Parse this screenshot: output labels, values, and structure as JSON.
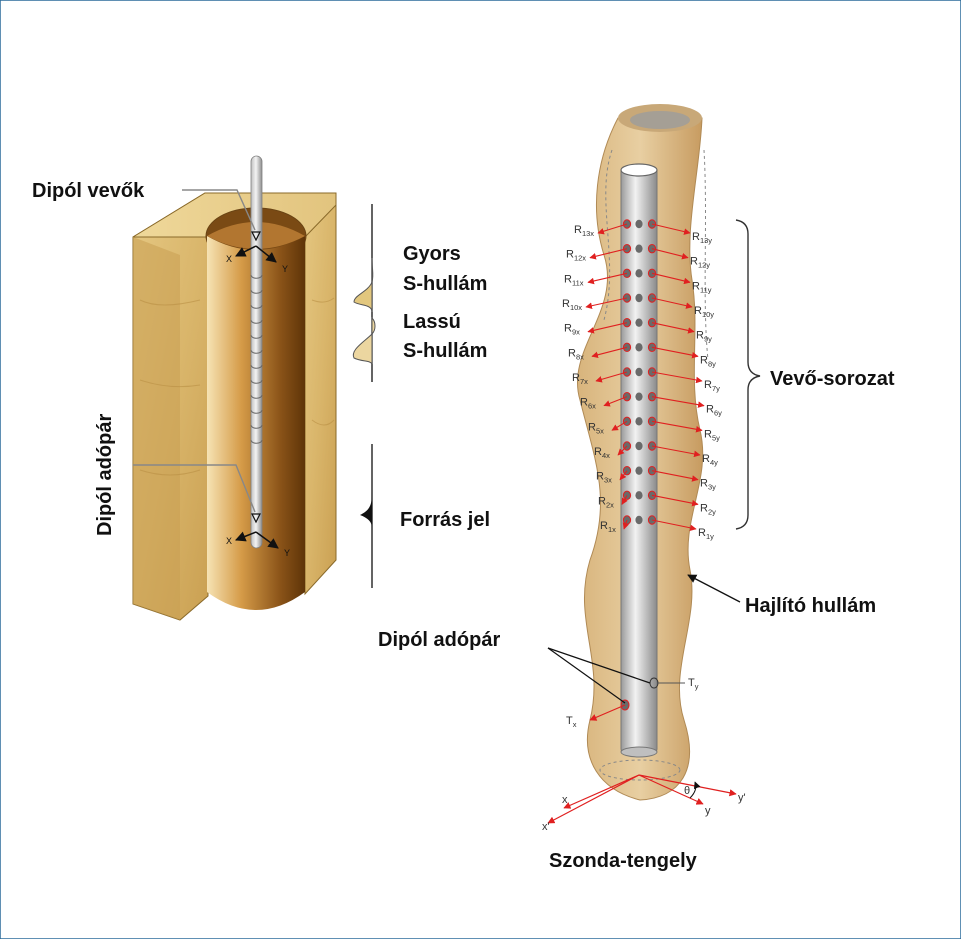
{
  "left_diagram": {
    "receivers_label": "Dipól vevők",
    "fast_wave_line1": "Gyors",
    "fast_wave_line2": "S-hullám",
    "slow_wave_line1": "Lassú",
    "slow_wave_line2": "S-hullám",
    "transmitter_label": "Dipól adópár",
    "source_signal_label": "Forrás jel",
    "axis_x": "X",
    "axis_y": "Y"
  },
  "right_diagram": {
    "array_label": "Vevő-sorozat",
    "flexural_wave_label": "Hajlító hullám",
    "transmitter_label": "Dipól adópár",
    "probe_axis_label": "Szonda-tengely",
    "tx_label": "T",
    "tx_sub": "x",
    "ty_label": "T",
    "ty_sub": "y",
    "receivers_x": [
      "R13x",
      "R12x",
      "R11x",
      "R10x",
      "R9x",
      "R8x",
      "R7x",
      "R6x",
      "R5x",
      "R4x",
      "R3x",
      "R2x",
      "R1x"
    ],
    "receivers_y": [
      "R13y",
      "R12y",
      "R11y",
      "R10y",
      "R9y",
      "R8y",
      "R7y",
      "R6y",
      "R5y",
      "R4y",
      "R3y",
      "R2y",
      "R1y"
    ],
    "axis_labels": {
      "x": "x",
      "x_prime": "x'",
      "y": "y",
      "y_prime": "y'",
      "theta": "θ"
    }
  },
  "colors": {
    "arrow": "#e02020",
    "wood": "#e9cf8c",
    "borehole": "#a0642a",
    "frame": "#2a6a9a"
  }
}
